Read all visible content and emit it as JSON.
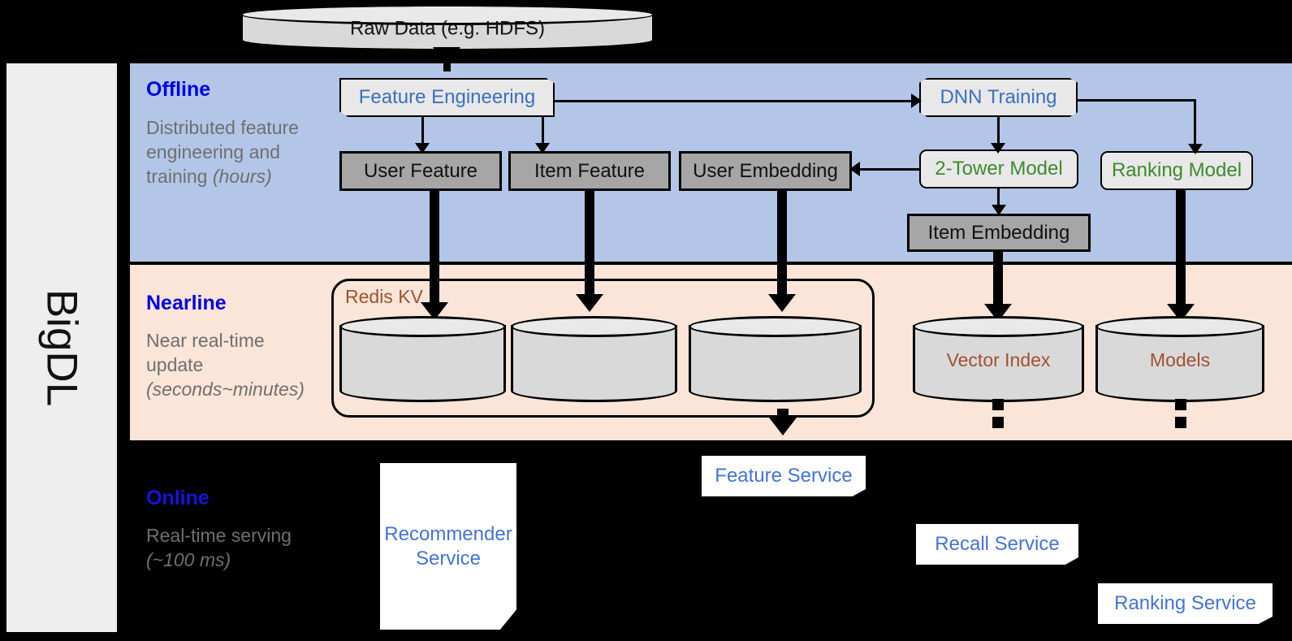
{
  "rail": {
    "label": "BigDL"
  },
  "top": {
    "raw_data": "Raw Data (e.g. HDFS)"
  },
  "bands": {
    "offline": {
      "title": "Offline",
      "subtitle_main": "Distributed feature engineering and training ",
      "subtitle_italic": "(hours)",
      "bg": "#b3c6e7"
    },
    "nearline": {
      "title": "Nearline",
      "subtitle_main": "Near real-time update ",
      "subtitle_italic": "(seconds~minutes)",
      "bg": "#fae5d8"
    },
    "online": {
      "title": "Online",
      "subtitle_main": "Real-time serving ",
      "subtitle_italic": "(~100 ms)",
      "bg": "#000000"
    }
  },
  "offline": {
    "feature_engineering": "Feature Engineering",
    "dnn_training": "DNN Training",
    "user_feature": "User Feature",
    "item_feature": "Item Feature",
    "user_embedding": "User Embedding",
    "two_tower_model": "2-Tower Model",
    "ranking_model": "Ranking Model",
    "item_embedding": "Item Embedding"
  },
  "nearline": {
    "redis_kv": "Redis KV",
    "store_1": "",
    "store_2": "",
    "store_3": "",
    "vector_index": "Vector Index",
    "models": "Models"
  },
  "online": {
    "recommender_service": "Recommender Service",
    "feature_service": "Feature Service",
    "recall_service": "Recall Service",
    "ranking_service": "Ranking Service"
  },
  "colors": {
    "accent_blue": "#3a6fc4",
    "accent_green": "#3f8a2e",
    "accent_brown": "#a0522d",
    "band_title": "#0000e0",
    "band_sub": "#6f6f6f",
    "grey_fill": "#a6a6a6",
    "proc_fill": "#e8e8e8",
    "cylinder_fill": "#d9d9d9"
  }
}
